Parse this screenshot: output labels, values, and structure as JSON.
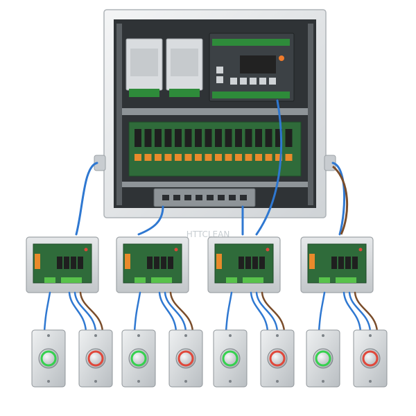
{
  "watermark": {
    "text": "HTTCLEAN",
    "color": "#9aa5ad"
  },
  "colors": {
    "enclosure": "#eceeef",
    "enclosure_edge": "#b7bcc0",
    "backplate": "#2f3336",
    "pcb": "#2f6b3a",
    "relay": "#1f1f1f",
    "terminal_orange": "#e98a2b",
    "terminal_green": "#58c24b",
    "cable_blue": "#2f78d1",
    "cable_brown": "#7a4d2b",
    "plate": "#d9dcdf",
    "led_green": "#35d14e",
    "led_red": "#e0473a"
  },
  "modules": [
    {
      "id": 1,
      "buttons": [
        "green",
        "red"
      ]
    },
    {
      "id": 2,
      "buttons": [
        "green",
        "red"
      ]
    },
    {
      "id": 3,
      "buttons": [
        "green",
        "red"
      ]
    },
    {
      "id": 4,
      "buttons": [
        "green",
        "red"
      ]
    }
  ]
}
